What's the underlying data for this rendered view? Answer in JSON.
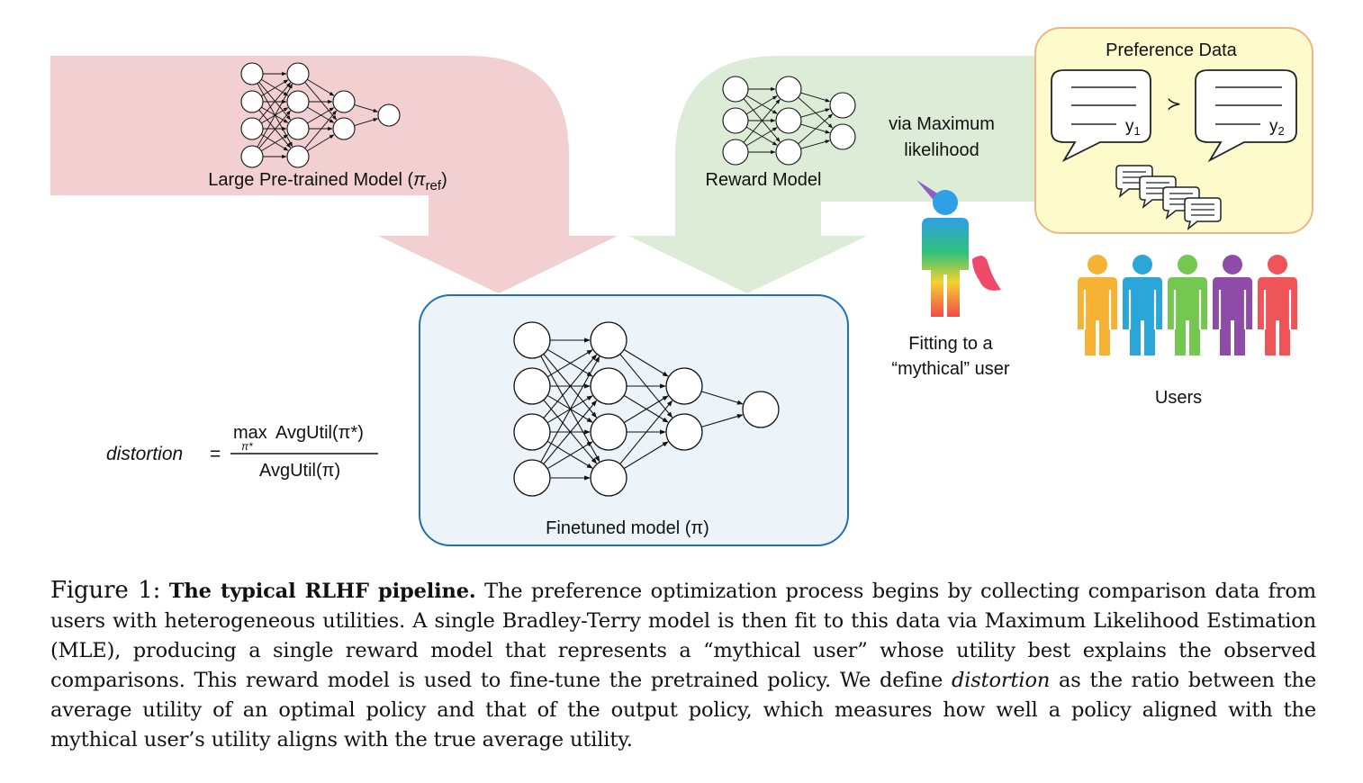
{
  "labels": {
    "pretrained": "Large Pre-trained Model",
    "pretrained_symbol": "π",
    "pretrained_sub": "ref",
    "reward": "Reward Model",
    "via_line1": "via Maximum",
    "via_line2": "likelihood",
    "preference": "Preference Data",
    "y1": "y",
    "y1_sub": "1",
    "y2": "y",
    "y2_sub": "2",
    "succ": "≻",
    "fitting_line1": "Fitting to a",
    "fitting_line2": "“mythical” user",
    "users": "Users",
    "finetuned": "Finetuned model (π)"
  },
  "formula": {
    "lhs": "distortion",
    "eq": "=",
    "numerator_max": "max",
    "numerator_sub": "π*",
    "numerator_expr": "AvgUtil(π*)",
    "denominator": "AvgUtil(π)"
  },
  "caption": {
    "figure_label": "Figure 1:",
    "bold_title": "The typical RLHF pipeline.",
    "text_1": " The preference optimization process begins by collecting comparison data from users with heterogeneous utilities. A single Bradley-Terry model is then fit to this data via Maximum Likelihood Estimation (MLE), producing a single reward model that represents a “mythical user” whose utility best explains the observed comparisons. This reward model is used to fine-tune the pretrained policy. We define ",
    "emph": "distortion",
    "text_2": " as the ratio between the average utility of an optimal policy and that of the output policy, which measures how well a policy aligned with the mythical user’s utility aligns with the true average utility."
  },
  "colors": {
    "pretrained_arrow": "#f2cfd1",
    "reward_arrow": "#dcecd6",
    "finetuned_fill": "#ecf4fa",
    "finetuned_stroke": "#1f72b1",
    "preference_fill": "#fdfacc",
    "preference_stroke": "#efb584",
    "users": [
      "#f5b233",
      "#2aa6d9",
      "#75c84f",
      "#8f4ba8",
      "#ef5459"
    ]
  },
  "icons": [
    "neural-network-icon",
    "speech-bubble-icon",
    "person-icon",
    "unicorn-person-icon"
  ]
}
